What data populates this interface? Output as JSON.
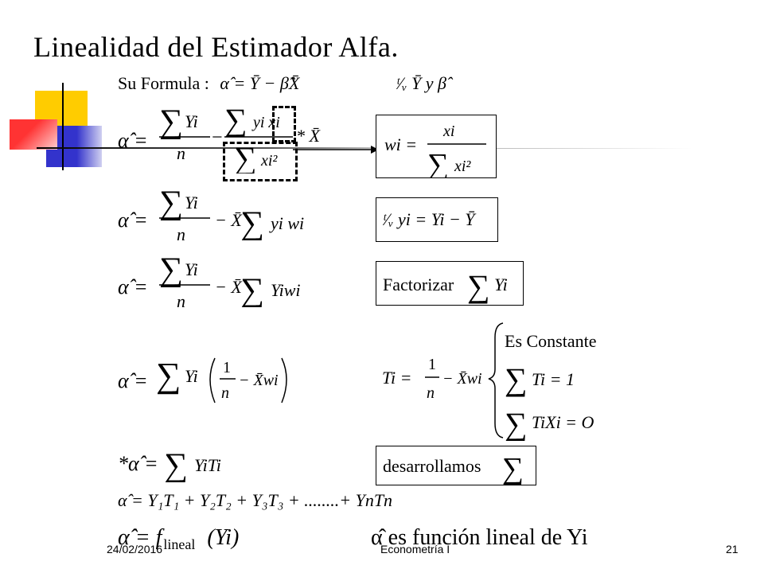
{
  "slide": {
    "title": "Linealidad del Estimador Alfa.",
    "formula_label": "Su Formula :",
    "formula_rhs": "α̂ = Ȳ − β̂X̄",
    "note_top": "ᵗ⁄ᵥ Ȳ  y  β̂",
    "eq1": {
      "lhs": "α̂ =",
      "sum1": "Yi",
      "den1": "n",
      "op": "−",
      "num2": "yi xi",
      "den2": "xi²",
      "tail": "* X̄"
    },
    "box_w": {
      "lhs": "wi =",
      "num": "xi",
      "den": "xi²"
    },
    "eq2": {
      "lhs": "α̂ =",
      "sum": "Yi",
      "den": "n",
      "tail": "− X̄",
      "sum2": "yi wi"
    },
    "box_y": "ᵗ⁄ᵥ yi = Yi − Ȳ",
    "eq3": {
      "lhs": "α̂ =",
      "sum": "Yi",
      "den": "n",
      "tail": "− X̄",
      "sum2": "Yiwi"
    },
    "box_factor": {
      "label": "Factorizar",
      "sum": "Yi"
    },
    "eq4": {
      "lhs": "α̂ =",
      "sum": "Yi",
      "frac_num": "1",
      "frac_den": "n",
      "tail": "− X̄wi"
    },
    "ti_def": {
      "lhs": "Ti =",
      "num": "1",
      "den": "n",
      "tail": "− X̄wi"
    },
    "brace_items": [
      "Es Constante",
      "Ti = 1",
      "TiXi = O"
    ],
    "eq5": {
      "lhs": "*α̂ =",
      "sum": "YiTi"
    },
    "box_desarrollo": "desarrollamos",
    "eq6": "α̂ = Y₁T₁ + Y₂T₂ + Y₃T₃ + ........+ YnTn",
    "eq7_left": "α̂ = f",
    "eq7_sub": "lineal",
    "eq7_arg": "(Yi)",
    "eq7_right": "α̂ es función  lineal de Yi"
  },
  "footer": {
    "date": "24/02/2016",
    "center": "Econometría I",
    "page": "21"
  },
  "colors": {
    "yellow": "#FFCC00",
    "red": "#FF3333",
    "blue": "#3333CC",
    "line": "#000000"
  }
}
